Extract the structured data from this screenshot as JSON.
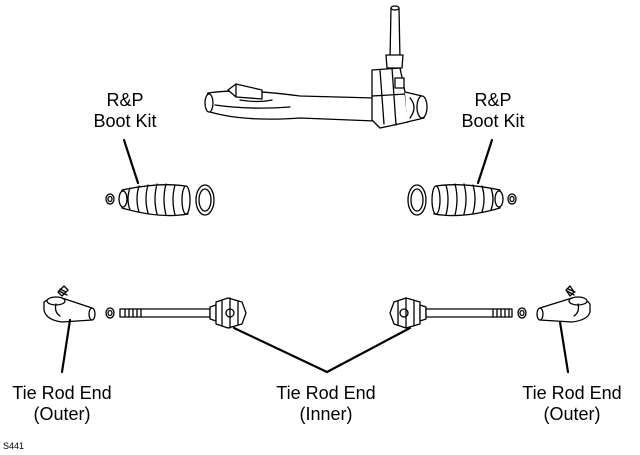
{
  "labels": {
    "boot_kit_left": {
      "line1": "R&P",
      "line2": "Boot Kit"
    },
    "boot_kit_right": {
      "line1": "R&P",
      "line2": "Boot Kit"
    },
    "tie_rod_outer_left": {
      "line1": "Tie Rod End",
      "line2": "(Outer)"
    },
    "tie_rod_inner": {
      "line1": "Tie Rod End",
      "line2": "(Inner)"
    },
    "tie_rod_outer_right": {
      "line1": "Tie Rod End",
      "line2": "(Outer)"
    }
  },
  "figure_code": "S441"
}
